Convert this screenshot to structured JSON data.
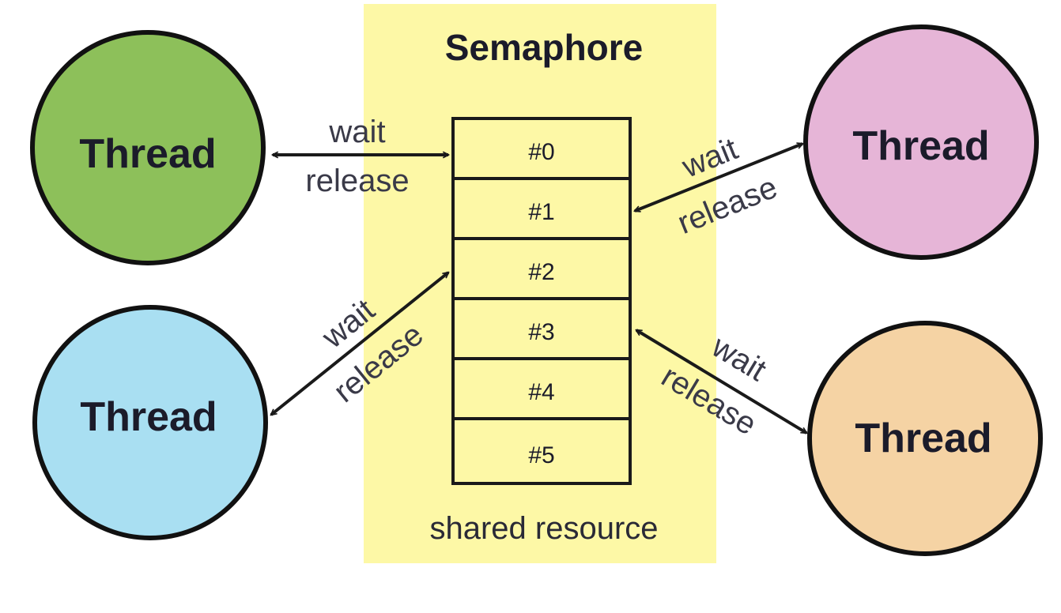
{
  "semaphore": {
    "title": "Semaphore",
    "caption": "shared resource",
    "background": "#fdf8a6",
    "slots": [
      "#0",
      "#1",
      "#2",
      "#3",
      "#4",
      "#5"
    ]
  },
  "threads": [
    {
      "label": "Thread",
      "color": "#8dc05a"
    },
    {
      "label": "Thread",
      "color": "#a9dff2"
    },
    {
      "label": "Thread",
      "color": "#e6b5d7"
    },
    {
      "label": "Thread",
      "color": "#f5d3a4"
    }
  ],
  "edges": [
    {
      "wait": "wait",
      "release": "release"
    },
    {
      "wait": "wait",
      "release": "release"
    },
    {
      "wait": "wait",
      "release": "release"
    },
    {
      "wait": "wait",
      "release": "release"
    }
  ],
  "colors": {
    "stroke": "#1a1a1a",
    "text": "#1b1b2a",
    "edge_text": "#3a3a48"
  }
}
